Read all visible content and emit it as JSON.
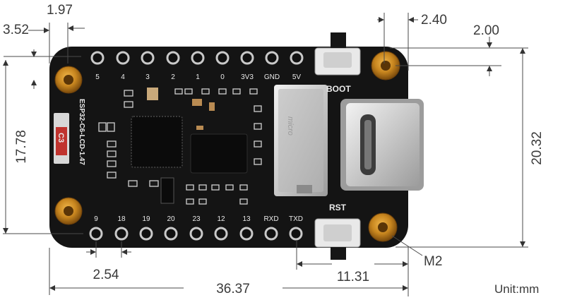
{
  "unit_label": "Unit:mm",
  "dimensions": {
    "d_3_52": "3.52",
    "d_1_97": "1.97",
    "d_2_40": "2.40",
    "d_2_00": "2.00",
    "d_17_78": "17.78",
    "d_20_32": "20.32",
    "d_2_54": "2.54",
    "d_11_31": "11.31",
    "d_36_37": "36.37",
    "hole": "M2"
  },
  "board": {
    "top_pins": [
      "5",
      "4",
      "3",
      "2",
      "1",
      "0",
      "3V3",
      "GND",
      "5V"
    ],
    "bottom_pins": [
      "9",
      "18",
      "19",
      "20",
      "23",
      "12",
      "13",
      "RXD",
      "TXD"
    ],
    "boot_label": "BOOT",
    "rst_label": "RST",
    "model_label": "ESP32-C6-LCD-1.47",
    "chip_badge": "C3",
    "card_label": "micro"
  },
  "colors": {
    "pcb": "#141414",
    "gold": "#c8861f",
    "badge": "#c0332e",
    "usb_metal": "#cfcfcf"
  }
}
